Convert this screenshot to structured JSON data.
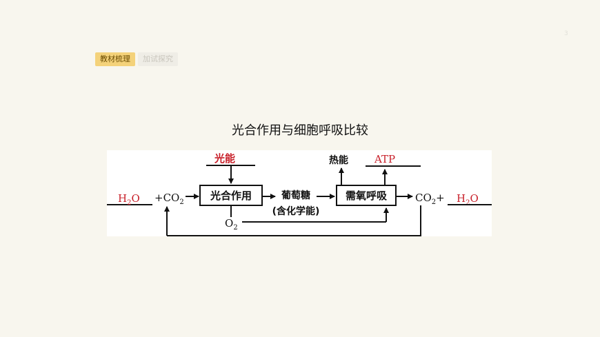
{
  "tabs": [
    {
      "label": "教材梳理",
      "active": true
    },
    {
      "label": "加试探究",
      "active": false
    }
  ],
  "corner_mark": "3",
  "title": "光合作用与细胞呼吸比较",
  "diagram": {
    "light_energy": "光能",
    "photosynthesis_box": "光合作用",
    "glucose": "葡萄糖",
    "glucose_note": "(含化学能)",
    "respiration_box": "需氧呼吸",
    "heat_energy": "热能",
    "atp": "ATP",
    "water_in_base": "H",
    "water_in_sub": "2",
    "water_in_tail": "O",
    "co2_in_prefix": "+CO",
    "co2_in_sub": "2",
    "oxygen_base": "O",
    "oxygen_sub": "2",
    "co2_out_base": "CO",
    "co2_out_sub": "2",
    "co2_out_suffix": "+",
    "water_out_base": "H",
    "water_out_sub": "2",
    "water_out_tail": "O"
  },
  "colors": {
    "accent_red": "#c8202a",
    "tab_active": "#f4d27a"
  }
}
